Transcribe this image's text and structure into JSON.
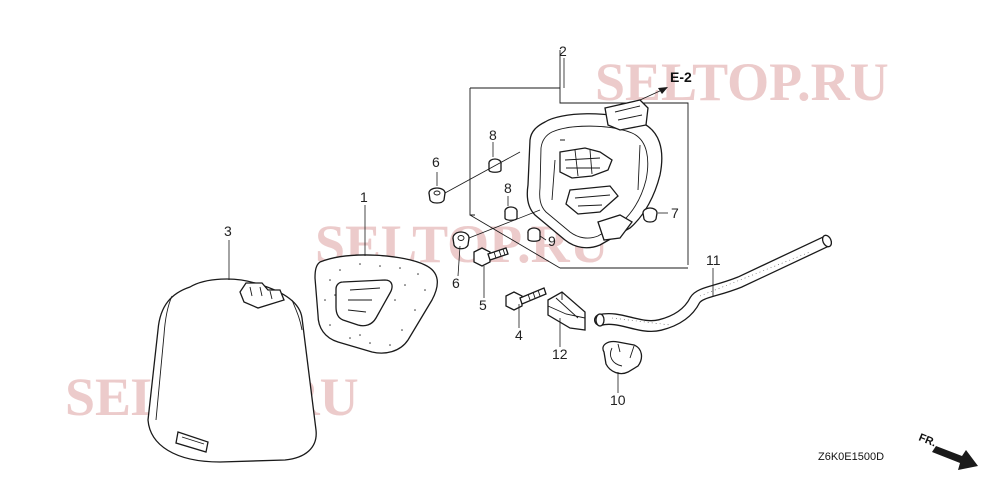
{
  "watermark_text": "SELTOP.RU",
  "reference_label": "E-2",
  "drawing_code": "Z6K0E1500D",
  "direction_label": "FR.",
  "callouts": [
    "1",
    "2",
    "3",
    "4",
    "5",
    "6",
    "6",
    "7",
    "8",
    "8",
    "9",
    "10",
    "11",
    "12"
  ],
  "colors": {
    "line": "#1a1a1a",
    "watermark": "#e9c3c3",
    "background": "#ffffff"
  }
}
